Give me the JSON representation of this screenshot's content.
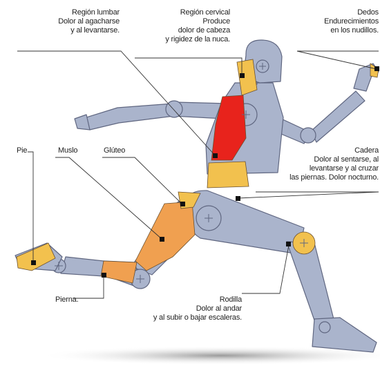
{
  "labels": {
    "lumbar": [
      "Región lumbar",
      "Dolor al agacharse",
      "y al levantarse."
    ],
    "cervical": [
      "Región cervical",
      "Produce",
      "dolor de cabeza",
      "y rigidez de la nuca."
    ],
    "dedos": [
      "Dedos",
      "Endurecimientos",
      "en los nudillos."
    ],
    "pie": [
      "Pie"
    ],
    "muslo": [
      "Muslo"
    ],
    "gluteo": [
      "Glúteo"
    ],
    "cadera": [
      "Cadera",
      "Dolor al sentarse, al",
      "levantarse y al cruzar",
      "las piernas. Dolor nocturno."
    ],
    "pierna": [
      "Pierna."
    ],
    "rodilla": [
      "Rodilla",
      "Dolor al andar",
      "y al subir o bajar escaleras."
    ]
  },
  "colors": {
    "body": "#a9b4cc",
    "body_dark": "#6c7490",
    "mild": "#f2c14e",
    "medium": "#f0a050",
    "severe": "#e8231c",
    "line": "#333333"
  }
}
